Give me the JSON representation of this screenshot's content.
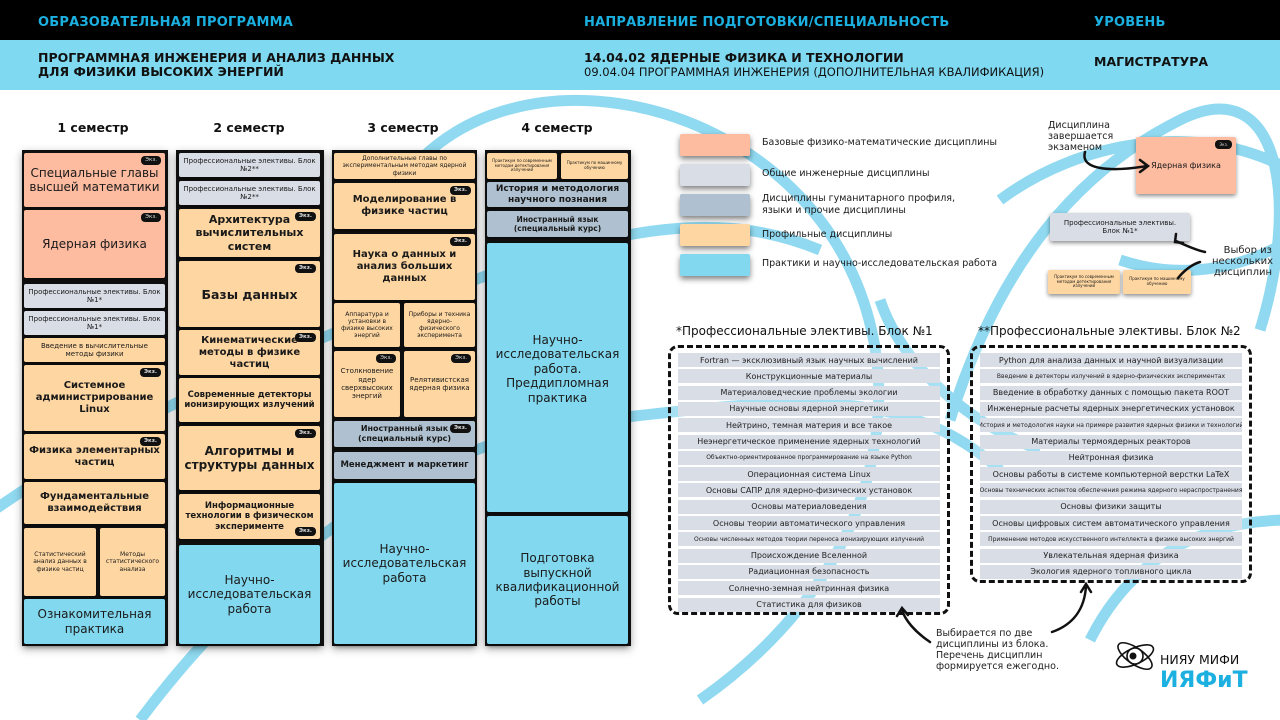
{
  "header": {
    "program_label": "ОБРАЗОВАТЕЛЬНАЯ ПРОГРАММА",
    "direction_label": "НАПРАВЛЕНИЕ ПОДГОТОВКИ/СПЕЦИАЛЬНОСТЬ",
    "level_label": "УРОВЕНЬ",
    "program_line1": "ПРОГРАММНАЯ ИНЖЕНЕРИЯ И АНАЛИЗ ДАННЫХ",
    "program_line2": "ДЛЯ ФИЗИКИ ВЫСОКИХ ЭНЕРГИЙ",
    "direction_main": "14.04.02 ЯДЕРНЫЕ ФИЗИКА И ТЕХНОЛОГИИ",
    "direction_extra": "09.04.04 ПРОГРАММНАЯ ИНЖЕНЕРИЯ (ДОПОЛНИТЕЛЬНАЯ КВАЛИФИКАЦИЯ)",
    "level_value": "МАГИСТРАТУРА"
  },
  "exam_badge": "Экз.",
  "semesters": [
    {
      "title": "1 семестр",
      "courses": [
        {
          "name": "Специальные главы высшей математики",
          "category": "base",
          "exam": true
        },
        {
          "name": "Ядерная физика",
          "category": "base",
          "exam": true
        },
        {
          "name": "Профессиональные элективы. Блок №1*",
          "category": "engineering",
          "exam": false
        },
        {
          "name": "Профессиональные элективы. Блок №1*",
          "category": "engineering",
          "exam": false
        },
        {
          "name": "Введение в вычислительные методы физики",
          "category": "profile",
          "exam": false
        },
        {
          "name": "Системное администрирование Linux",
          "category": "profile",
          "exam": true
        },
        {
          "name": "Физика элементарных частиц",
          "category": "profile",
          "exam": true
        },
        {
          "name": "Фундаментальные взаимодействия",
          "category": "profile",
          "exam": false
        },
        {
          "name": "Статистический анализ данных в физике частиц",
          "category": "profile",
          "exam": false
        },
        {
          "name": "Методы статистического анализа",
          "category": "profile",
          "exam": false
        },
        {
          "name": "Ознакомительная практика",
          "category": "practice",
          "exam": false
        }
      ]
    },
    {
      "title": "2 семестр",
      "courses": [
        {
          "name": "Профессиональные элективы. Блок №2**",
          "category": "engineering",
          "exam": false
        },
        {
          "name": "Профессиональные элективы. Блок №2**",
          "category": "engineering",
          "exam": false
        },
        {
          "name": "Архитектура вычислительных систем",
          "category": "profile",
          "exam": true
        },
        {
          "name": "Базы данных",
          "category": "profile",
          "exam": true
        },
        {
          "name": "Кинематические методы в физике частиц",
          "category": "profile",
          "exam": true
        },
        {
          "name": "Современные детекторы ионизирующих излучений",
          "category": "profile",
          "exam": false
        },
        {
          "name": "Алгоритмы и структуры данных",
          "category": "profile",
          "exam": true
        },
        {
          "name": "Информационные технологии в физическом эксперименте",
          "category": "profile",
          "exam": true
        },
        {
          "name": "Научно-исследовательская работа",
          "category": "practice",
          "exam": false
        }
      ]
    },
    {
      "title": "3 семестр",
      "courses": [
        {
          "name": "Дополнительные главы по экспериментальным методам ядерной физики",
          "category": "profile",
          "exam": false
        },
        {
          "name": "Моделирование в физике частиц",
          "category": "profile",
          "exam": true
        },
        {
          "name": "Наука о данных и анализ больших данных",
          "category": "profile",
          "exam": true
        },
        {
          "name": "Аппаратура и установки в физике высоких энергий",
          "category": "profile",
          "exam": false
        },
        {
          "name": "Приборы и техника ядерно-физического эксперимента",
          "category": "profile",
          "exam": false
        },
        {
          "name": "Столкновение ядер сверхвысоких энергий",
          "category": "profile",
          "exam": true
        },
        {
          "name": "Релятивистская ядерная физика",
          "category": "profile",
          "exam": true
        },
        {
          "name": "Иностранный язык (специальный курс)",
          "category": "humanities",
          "exam": true
        },
        {
          "name": "Менеджмент и маркетинг",
          "category": "humanities",
          "exam": false
        },
        {
          "name": "Научно-исследовательская работа",
          "category": "practice",
          "exam": false
        }
      ]
    },
    {
      "title": "4 семестр",
      "courses": [
        {
          "name": "Практикум по современным методам детектирования излучений",
          "category": "profile",
          "exam": false
        },
        {
          "name": "Практикум по машинному обучению",
          "category": "profile",
          "exam": false
        },
        {
          "name": "История и методология научного познания",
          "category": "humanities",
          "exam": false
        },
        {
          "name": "Иностранный язык (специальный курс)",
          "category": "humanities",
          "exam": false
        },
        {
          "name": "Научно-исследовательская работа. Преддипломная практика",
          "category": "practice",
          "exam": false
        },
        {
          "name": "Подготовка выпускной квалификационной работы",
          "category": "practice",
          "exam": false
        }
      ]
    }
  ],
  "legend": [
    {
      "label": "Базовые физико-математические дисциплины",
      "color": "#fdbba0"
    },
    {
      "label": "Общие инженерные дисциплины",
      "color": "#d8dde6"
    },
    {
      "label": "Дисциплины гуманитарного профиля, языки и прочие дисциплины",
      "color": "#afc1d0"
    },
    {
      "label": "Профильные дисциплины",
      "color": "#fed6a1"
    },
    {
      "label": "Практики и научно-исследовательская работа",
      "color": "#82d9ef"
    }
  ],
  "explain": {
    "exam_note": "Дисциплина завершается экзаменом",
    "exam_example": "Ядерная физика",
    "choice_note": "Выбор из нескольких дисциплин",
    "choice_example": "Профессиональные элективы. Блок №1*",
    "choice_small_1": "Практикум по современным методам детектирования излучений",
    "choice_small_2": "Практикум по машинному обучению",
    "bottom_note": "Выбирается по две дисциплины из блока. Перечень дисциплин формируется ежегодно."
  },
  "electives_1": {
    "title": "*Профессиональные элективы. Блок №1",
    "items": [
      "Fortran — эксклюзивный язык научных вычислений",
      "Конструкционные материалы",
      "Материаловедческие проблемы экологии",
      "Научные основы ядерной энергетики",
      "Нейтрино, темная материя и все такое",
      "Неэнергетическое применение ядерных технологий",
      "Объектно-ориентированное программирование на языке Python",
      "Операционная система Linux",
      "Основы САПР для ядерно-физических установок",
      "Основы материаловедения",
      "Основы теории автоматического управления",
      "Основы численных методов теории переноса ионизирующих излучений",
      "Происхождение Вселенной",
      "Радиационная безопасность",
      "Солнечно-земная нейтринная физика",
      "Статистика для физиков"
    ]
  },
  "electives_2": {
    "title": "**Профессиональные элективы. Блок №2",
    "items": [
      "Python для анализа данных и научной визуализации",
      "Введение в детекторы излучений в ядерно-физических экспериментах",
      "Введение в обработку данных с помощью пакета ROOT",
      "Инженерные расчеты ядерных энергетических установок",
      "История и методология науки на примере развития ядерных физики и технологий",
      "Материалы термоядерных реакторов",
      "Нейтронная физика",
      "Основы работы в системе компьютерной верстки LaTeX",
      "Основы технических аспектов обеспечения режима ядерного нераспространения",
      "Основы физики защиты",
      "Основы цифровых систем автоматического управления",
      "Применение методов искусственного интеллекта в физике высоких энергий",
      "Увлекательная ядерная физика",
      "Экология ядерного топливного цикла"
    ]
  },
  "logo": {
    "line1": "НИЯУ МИФИ",
    "line2": "ИЯФиТ"
  },
  "colors": {
    "accent": "#1cb0e0",
    "header_band": "#7fdaf1",
    "base": "#fdbba0",
    "engineering": "#d8dde6",
    "humanities": "#afc1d0",
    "profile": "#fed6a1",
    "practice": "#82d9ef"
  }
}
